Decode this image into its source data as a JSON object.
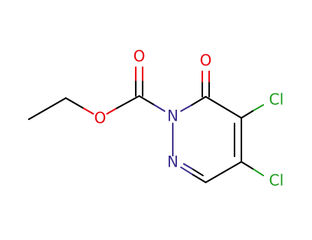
{
  "atoms": {
    "o_carbonyl_ester": {
      "text": "O",
      "color": "#e8000b"
    },
    "o_ether": {
      "text": "O",
      "color": "#e8000b"
    },
    "o_ring_ketone": {
      "text": "O",
      "color": "#e8000b"
    },
    "n1": {
      "text": "N",
      "color": "#3a2e8c"
    },
    "n2": {
      "text": "N",
      "color": "#3a2e8c"
    },
    "cl_upper": {
      "text": "Cl",
      "color": "#1f9e1f"
    },
    "cl_lower": {
      "text": "Cl",
      "color": "#1f9e1f"
    }
  },
  "colors": {
    "carbon": "#000000",
    "oxygen": "#e8000b",
    "nitrogen": "#3a2e8c",
    "chlorine": "#1f9e1f"
  }
}
